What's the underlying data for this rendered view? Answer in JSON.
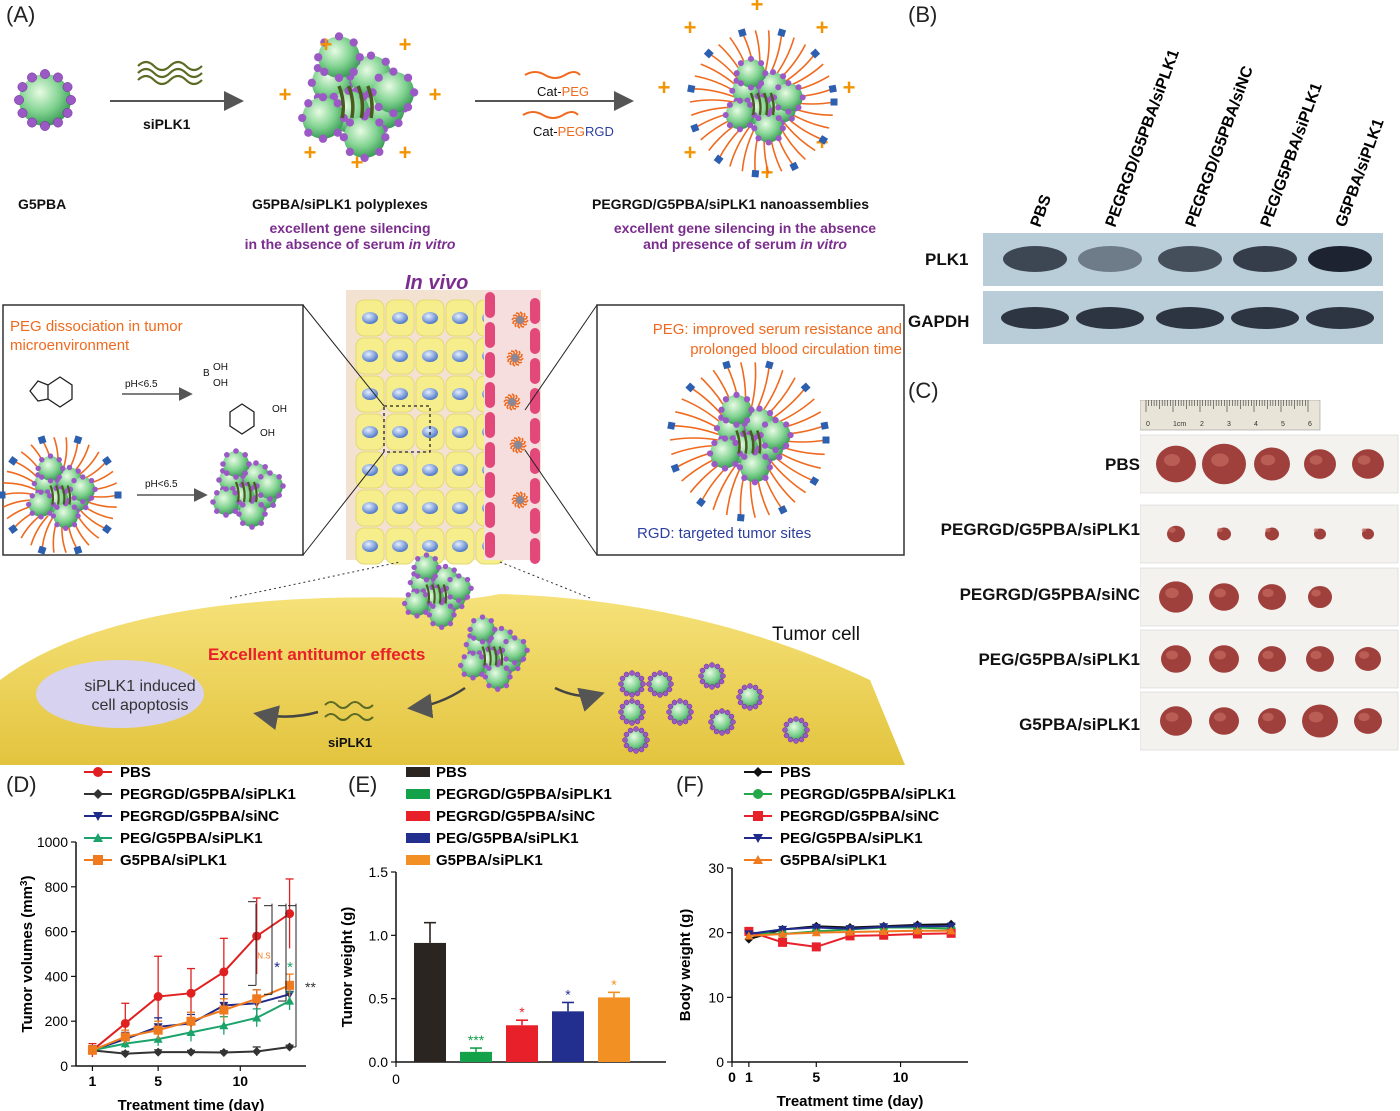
{
  "panel_labels": {
    "A": "(A)",
    "B": "(B)",
    "C": "(C)",
    "D": "(D)",
    "E": "(E)",
    "F": "(F)"
  },
  "schematic": {
    "g5pba": "G5PBA",
    "siplk1_arrow": "siPLK1",
    "polyplex_label": "G5PBA/siPLK1 polyplexes",
    "polyplex_desc_1": "excellent gene silencing",
    "polyplex_desc_2_pre": "in the absence of serum ",
    "polyplex_desc_2_it": "in vitro",
    "cat_peg_pre": "Cat-",
    "cat_peg": "PEG",
    "cat_pegrgd_pre": "Cat-",
    "cat_pegrgd_peg": "PEG",
    "cat_pegrgd_rgd": "RGD",
    "nano_label": "PEGRGD/G5PBA/siPLK1 nanoassemblies",
    "nano_desc_1": "excellent gene silencing in the absence",
    "nano_desc_2_pre": "and presence of serum ",
    "nano_desc_2_it": "in vitro",
    "in_vivo": "In vivo",
    "peg_dissoc_1": "PEG dissociation in tumor",
    "peg_dissoc_2": "microenvironment",
    "ph1": "pH<6.5",
    "ph2": "pH<6.5",
    "oh1": "OH",
    "oh2": "OH",
    "oh3": "OH",
    "oh4": "OH",
    "b_atom": "B",
    "peg_improved_1": "PEG: improved serum resistance and",
    "peg_improved_2": "prolonged blood circulation time",
    "rgd_target": "RGD: targeted tumor sites",
    "tumor_cell": "Tumor cell",
    "antitumor": "Excellent antitumor effects",
    "apoptosis_1": "siPLK1 induced",
    "apoptosis_2": "cell apoptosis",
    "siplk1_bottom": "siPLK1",
    "plus": "+"
  },
  "western": {
    "lanes": [
      "PBS",
      "PEGRGD/G5PBA/siPLK1",
      "PEGRGD/G5PBA/siNC",
      "PEG/G5PBA/siPLK1",
      "G5PBA/siPLK1"
    ],
    "rows": [
      "PLK1",
      "GAPDH"
    ],
    "plk1_intensity": [
      0.75,
      0.45,
      0.7,
      0.8,
      0.95
    ],
    "gapdh_intensity": [
      0.85,
      0.85,
      0.85,
      0.85,
      0.85
    ]
  },
  "tumor_photo": {
    "ruler_labels": [
      "0",
      "1cm",
      "2",
      "3",
      "4",
      "5",
      "6"
    ],
    "groups": [
      {
        "label": "PBS",
        "count": 5
      },
      {
        "label": "PEGRGD/G5PBA/siPLK1",
        "count": 5
      },
      {
        "label": "PEGRGD/G5PBA/siNC",
        "count": 4
      },
      {
        "label": "PEG/G5PBA/siPLK1",
        "count": 5
      },
      {
        "label": "G5PBA/siPLK1",
        "count": 5
      }
    ]
  },
  "chart_data": [
    {
      "type": "line",
      "xlabel": "Treatment time (day)",
      "ylabel": "Tumor volumes (mm³)",
      "ylabel_main": "Tumor volumes (mm",
      "ylabel_sup": "3",
      "ylabel_end": ")",
      "xlim": [
        0,
        14
      ],
      "ylim": [
        0,
        1000
      ],
      "xticks": [
        "1",
        "5",
        "10"
      ],
      "yticks": [
        "0",
        "200",
        "400",
        "600",
        "800",
        "1000"
      ],
      "series": [
        {
          "name": "PBS",
          "color": "#e02020",
          "marker": "circle",
          "x": [
            1,
            3,
            5,
            7,
            9,
            11,
            13
          ],
          "y": [
            70,
            190,
            310,
            325,
            420,
            580,
            680
          ],
          "err": [
            30,
            90,
            180,
            110,
            150,
            170,
            155
          ]
        },
        {
          "name": "PEGRGD/G5PBA/siPLK1",
          "color": "#333333",
          "marker": "diamond",
          "x": [
            1,
            3,
            5,
            7,
            9,
            11,
            13
          ],
          "y": [
            70,
            55,
            62,
            62,
            60,
            65,
            85
          ],
          "err": [
            20,
            10,
            10,
            8,
            8,
            20,
            8
          ]
        },
        {
          "name": "PEGRGD/G5PBA/siNC",
          "color": "#1f2a8a",
          "marker": "triangle-down",
          "x": [
            1,
            3,
            5,
            7,
            9,
            11,
            13
          ],
          "y": [
            70,
            120,
            175,
            190,
            270,
            280,
            320
          ],
          "err": [
            20,
            30,
            40,
            40,
            50,
            60,
            50
          ]
        },
        {
          "name": "PEG/G5PBA/siPLK1",
          "color": "#1aa36a",
          "marker": "triangle-up",
          "x": [
            1,
            3,
            5,
            7,
            9,
            11,
            13
          ],
          "y": [
            70,
            100,
            120,
            150,
            180,
            215,
            290
          ],
          "err": [
            20,
            20,
            30,
            40,
            40,
            40,
            40
          ]
        },
        {
          "name": "G5PBA/siPLK1",
          "color": "#f07a1e",
          "marker": "square",
          "x": [
            1,
            3,
            5,
            7,
            9,
            11,
            13
          ],
          "y": [
            70,
            130,
            160,
            200,
            250,
            300,
            360
          ],
          "err": [
            20,
            30,
            40,
            40,
            50,
            40,
            50
          ]
        }
      ],
      "annotations": [
        "N.S.",
        "*",
        "*",
        "**"
      ]
    },
    {
      "type": "bar",
      "xlabel": "",
      "ylabel": "Tumor weight (g)",
      "ylim": [
        0,
        1.5
      ],
      "yticks": [
        "0.0",
        "0.5",
        "1.0",
        "1.5"
      ],
      "xticks": [
        "0"
      ],
      "categories": [
        "PBS",
        "PEGRGD/G5PBA/siPLK1",
        "PEGRGD/G5PBA/siNC",
        "PEG/G5PBA/siPLK1",
        "G5PBA/siPLK1"
      ],
      "values": [
        0.94,
        0.08,
        0.29,
        0.4,
        0.51
      ],
      "err": [
        0.16,
        0.03,
        0.04,
        0.07,
        0.04
      ],
      "colors": [
        "#2b2522",
        "#13a24a",
        "#e8202a",
        "#232f8e",
        "#f39023"
      ],
      "sig": [
        "",
        "***",
        "*",
        "*",
        "*"
      ]
    },
    {
      "type": "line",
      "xlabel": "Treatment time (day)",
      "ylabel": "Body weight (g)",
      "xlim": [
        0,
        14
      ],
      "ylim": [
        0,
        30
      ],
      "xticks": [
        "0",
        "1",
        "5",
        "10"
      ],
      "yticks": [
        "0",
        "10",
        "20",
        "30"
      ],
      "series": [
        {
          "name": "PBS",
          "color": "#111111",
          "marker": "diamond",
          "x": [
            1,
            3,
            5,
            7,
            9,
            11,
            13
          ],
          "y": [
            19,
            20.5,
            21,
            20.8,
            21,
            21.2,
            21.3
          ]
        },
        {
          "name": "PEGRGD/G5PBA/siPLK1",
          "color": "#25a84a",
          "marker": "circle",
          "x": [
            1,
            3,
            5,
            7,
            9,
            11,
            13
          ],
          "y": [
            20,
            19.8,
            20.2,
            20.5,
            20.8,
            20.8,
            20.6
          ]
        },
        {
          "name": "PEGRGD/G5PBA/siNC",
          "color": "#e8202a",
          "marker": "square",
          "x": [
            1,
            3,
            5,
            7,
            9,
            11,
            13
          ],
          "y": [
            20.2,
            18.5,
            17.8,
            19.5,
            19.6,
            19.8,
            19.9
          ]
        },
        {
          "name": "PEG/G5PBA/siPLK1",
          "color": "#1f2a8a",
          "marker": "triangle-down",
          "x": [
            1,
            3,
            5,
            7,
            9,
            11,
            13
          ],
          "y": [
            19.8,
            20.5,
            20.8,
            20.6,
            20.9,
            21,
            21
          ]
        },
        {
          "name": "G5PBA/siPLK1",
          "color": "#f07a1e",
          "marker": "triangle-up",
          "x": [
            1,
            3,
            5,
            7,
            9,
            11,
            13
          ],
          "y": [
            19.5,
            19.8,
            20,
            20.1,
            20.2,
            20.3,
            20.3
          ]
        }
      ]
    }
  ]
}
